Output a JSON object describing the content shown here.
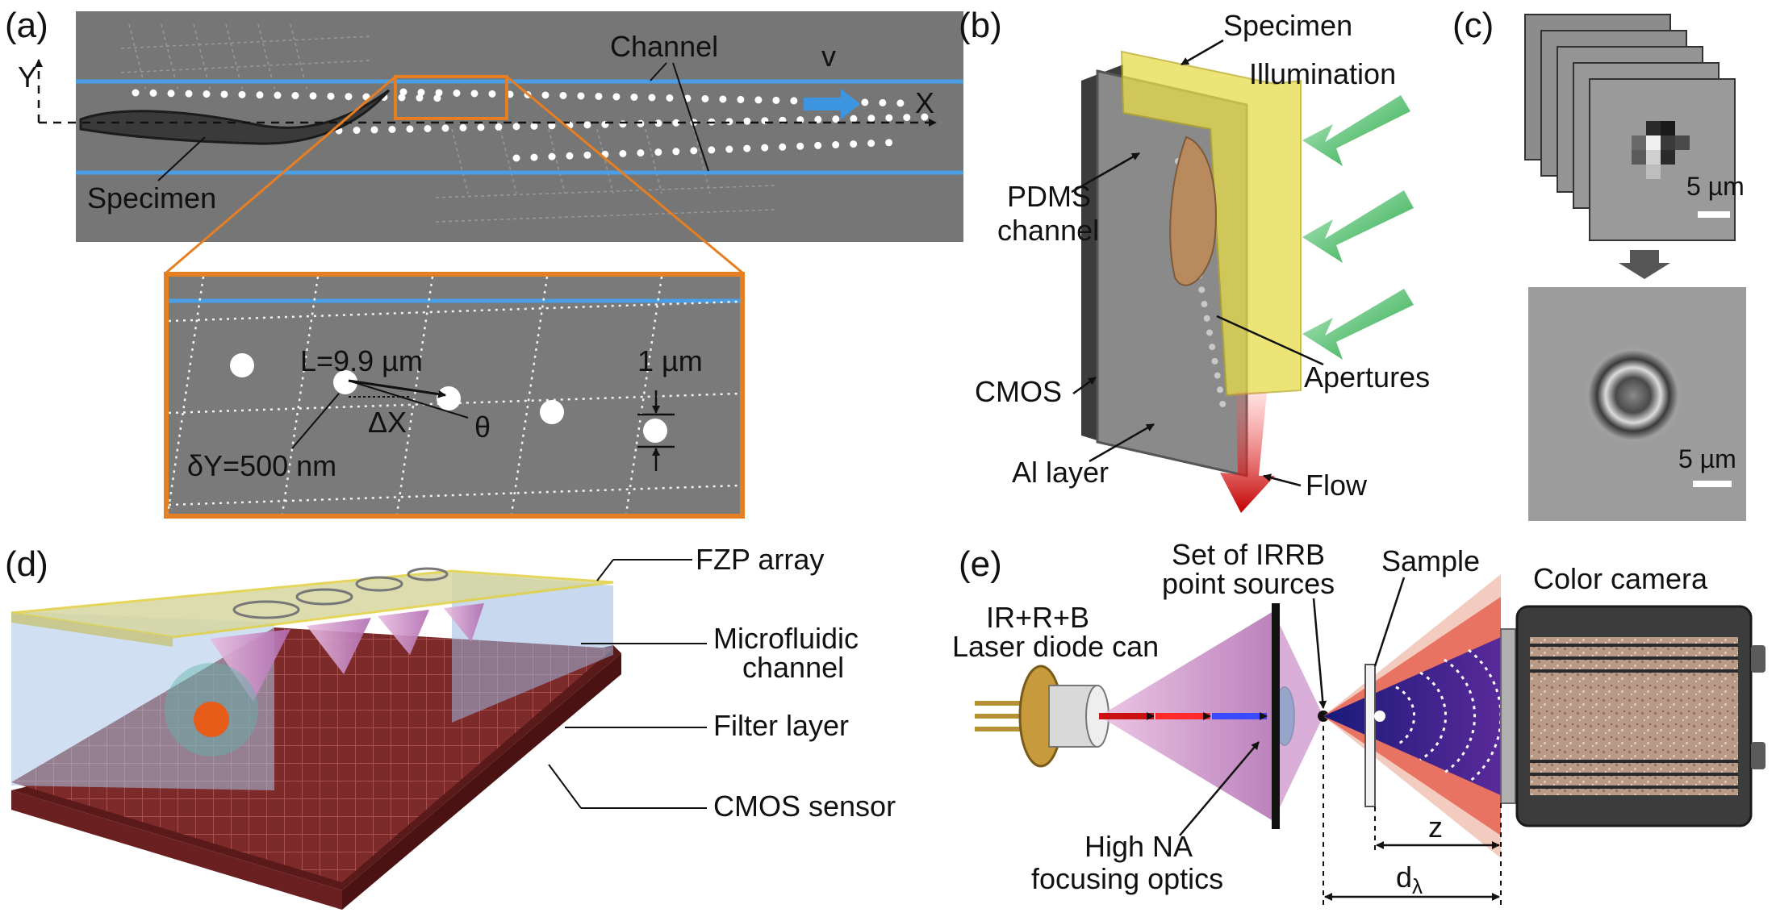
{
  "panel_a": {
    "label": "(a)",
    "axis_y": "Y",
    "axis_x": "X",
    "channel": "Channel",
    "velocity": "v",
    "specimen": "Specimen",
    "inset": {
      "L": "L=9.9 µm",
      "aperture_size": "1 µm",
      "dX": "ΔX",
      "theta": "θ",
      "dY": "δY=500 nm"
    }
  },
  "panel_b": {
    "label": "(b)",
    "specimen": "Specimen",
    "illumination": "Illumination",
    "pdms_line1": "PDMS",
    "pdms_line2": "channel",
    "cmos": "CMOS",
    "apertures": "Apertures",
    "al_layer": "Al layer",
    "flow": "Flow"
  },
  "panel_c": {
    "label": "(c)",
    "scale_top": "5 µm",
    "scale_bottom": "5 µm"
  },
  "panel_d": {
    "label": "(d)",
    "fzp": "FZP array",
    "micro_line1": "Microfluidic",
    "micro_line2": "channel",
    "filter": "Filter layer",
    "cmos": "CMOS sensor"
  },
  "panel_e": {
    "label": "(e)",
    "set_line1": "Set of IRRB",
    "set_line2": "point sources",
    "sample": "Sample",
    "camera": "Color camera",
    "laser_line1": "IR+R+B",
    "laser_line2": "Laser diode can",
    "optics_line1": "High NA",
    "optics_line2": "focusing optics",
    "z": "z",
    "d": "d",
    "d_sub": "λ"
  },
  "colors": {
    "chip_gray": "#777777",
    "channel_blue": "#4a9ee6",
    "inset_orange": "#e67e22",
    "illumination_green": "#2db34a",
    "flow_red": "#cc1111",
    "pdms_yellow": "#e8dc4a",
    "sensor_red": "#7a2222"
  }
}
